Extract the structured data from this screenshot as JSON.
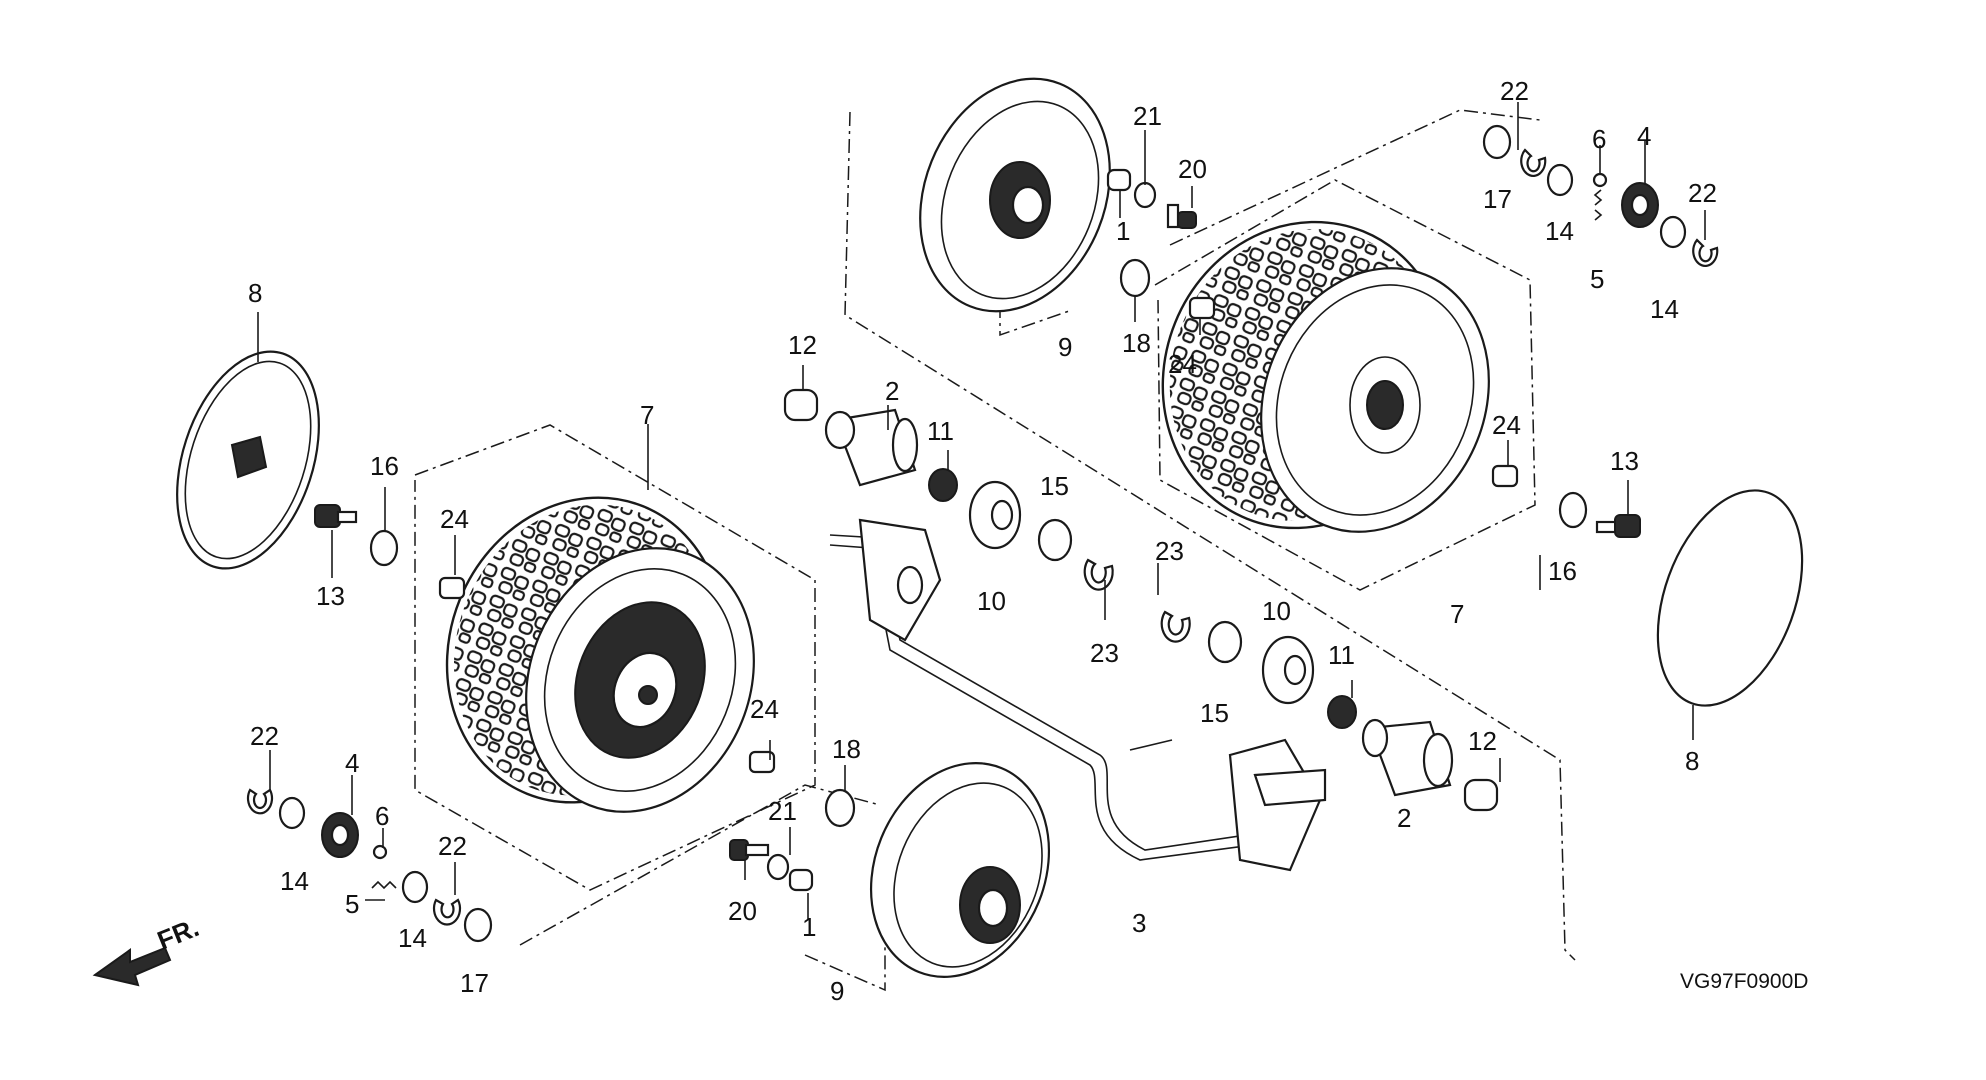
{
  "diagram_code": "VG97F0900D",
  "front_indicator": "FR.",
  "labels": [
    "1",
    "1",
    "2",
    "2",
    "3",
    "4",
    "4",
    "5",
    "5",
    "6",
    "6",
    "7",
    "7",
    "8",
    "8",
    "9",
    "9",
    "10",
    "10",
    "11",
    "11",
    "12",
    "12",
    "13",
    "13",
    "14",
    "14",
    "14",
    "14",
    "15",
    "15",
    "16",
    "16",
    "17",
    "17",
    "18",
    "18",
    "20",
    "20",
    "21",
    "21",
    "22",
    "22",
    "22",
    "22",
    "23",
    "23",
    "24",
    "24",
    "24",
    "24"
  ]
}
